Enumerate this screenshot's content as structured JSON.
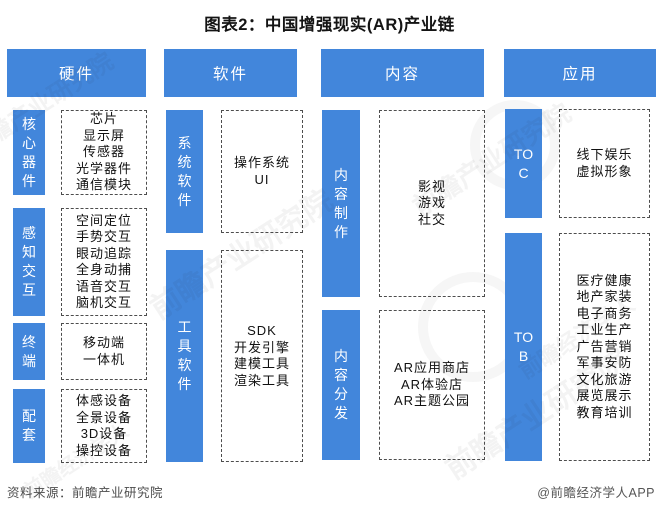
{
  "title": "图表2：中国增强现实(AR)产业链",
  "colors": {
    "accent": "#4286db",
    "dashed_border": "#4d4d4d",
    "footer_text": "#4d4d4d"
  },
  "columns": [
    {
      "header": "硬件",
      "sections": [
        {
          "label": "核心器件",
          "label_lines": [
            "核",
            "心",
            "器",
            "件"
          ],
          "items": [
            "芯片",
            "显示屏",
            "传感器",
            "光学器件",
            "通信模块"
          ]
        },
        {
          "label": "感知交互",
          "label_lines": [
            "感",
            "知",
            "交",
            "互"
          ],
          "items": [
            "空间定位",
            "手势交互",
            "眼动追踪",
            "全身动捕",
            "语音交互",
            "脑机交互"
          ]
        },
        {
          "label": "终端",
          "label_lines": [
            "终",
            "端"
          ],
          "items": [
            "移动端",
            "一体机"
          ]
        },
        {
          "label": "配套",
          "label_lines": [
            "配",
            "套"
          ],
          "items": [
            "体感设备",
            "全景设备",
            "3D设备",
            "操控设备"
          ]
        }
      ]
    },
    {
      "header": "软件",
      "sections": [
        {
          "label": "系统软件",
          "label_lines": [
            "系",
            "统",
            "软",
            "件"
          ],
          "items": [
            "操作系统",
            "UI"
          ]
        },
        {
          "label": "工具软件",
          "label_lines": [
            "工",
            "具",
            "软",
            "件"
          ],
          "items": [
            "SDK",
            "开发引擎",
            "建模工具",
            "渲染工具"
          ]
        }
      ]
    },
    {
      "header": "内容",
      "sections": [
        {
          "label": "内容制作",
          "label_lines": [
            "内",
            "容",
            "制",
            "作"
          ],
          "items": [
            "影视",
            "游戏",
            "社交"
          ]
        },
        {
          "label": "内容分发",
          "label_lines": [
            "内",
            "容",
            "分",
            "发"
          ],
          "items": [
            "AR应用商店",
            "AR体验店",
            "AR主题公园"
          ]
        }
      ]
    },
    {
      "header": "应用",
      "sections": [
        {
          "label": "TO C",
          "label_lines": [
            "TO",
            "C"
          ],
          "items": [
            "线下娱乐",
            "虚拟形象"
          ]
        },
        {
          "label": "TO B",
          "label_lines": [
            "TO",
            "B"
          ],
          "items": [
            "医疗健康",
            "地产家装",
            "电子商务",
            "工业生产",
            "广告营销",
            "军事安防",
            "文化旅游",
            "展览展示",
            "教育培训"
          ]
        }
      ]
    }
  ],
  "footer": {
    "source": "资料来源：前瞻产业研究院",
    "credit": "@前瞻经济学人APP"
  },
  "watermark": {
    "text": "前瞻产业研究院",
    "text2": "前瞻经济学人"
  }
}
